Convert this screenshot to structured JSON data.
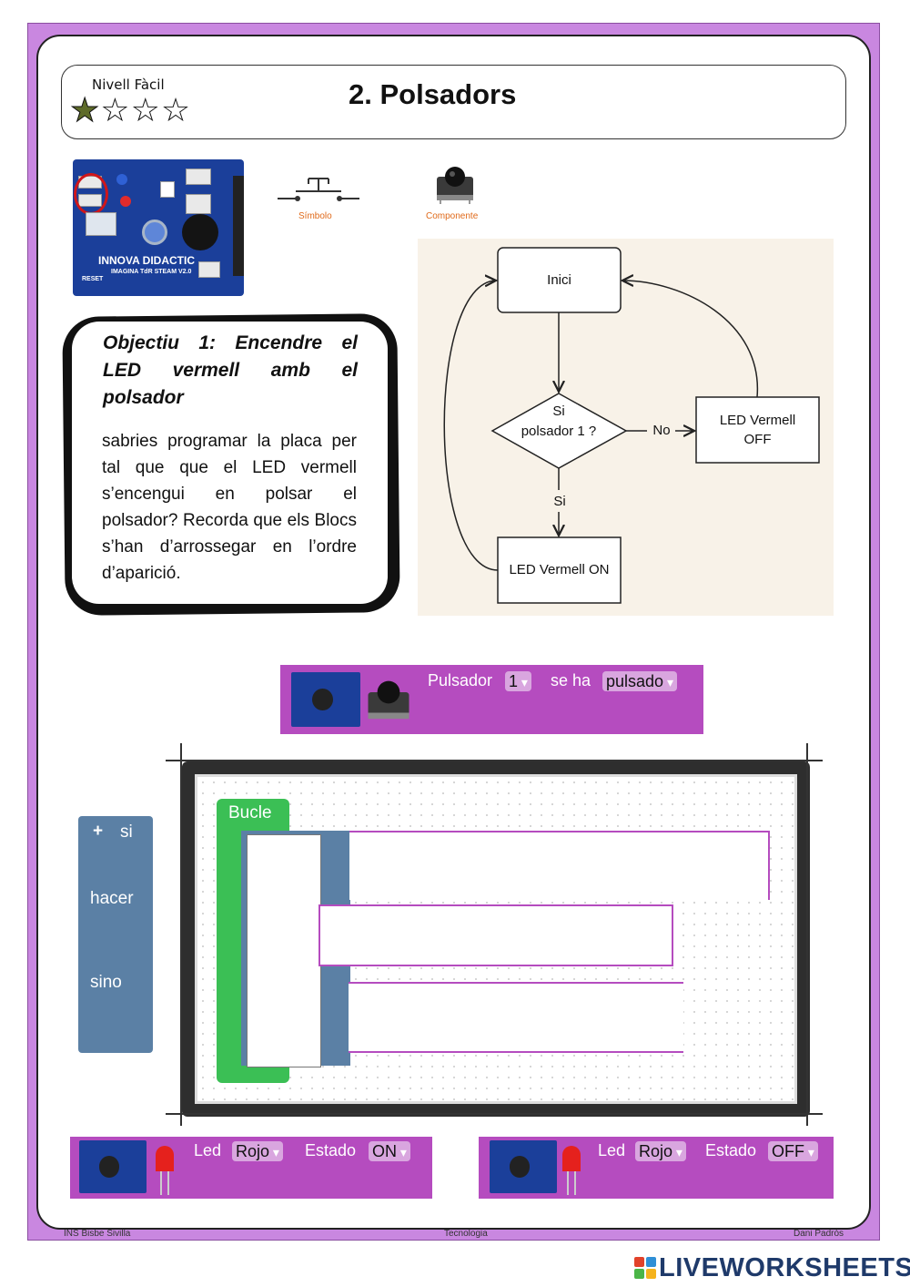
{
  "header": {
    "level_label": "Nivell Fàcil",
    "stars": {
      "filled": 1,
      "total": 4
    },
    "title": "2. Polsadors"
  },
  "board": {
    "brand_text": "INNOVA DIDACTIC",
    "model_text": "IMAGINA TdR STEAM V2.0",
    "reset_text": "RESET"
  },
  "media": {
    "symbol_label": "Símbolo",
    "component_label": "Componente"
  },
  "objective": {
    "title": "Objectiu 1: Encendre el LED vermell amb el polsador",
    "body": "sabries programar la placa per tal que que el LED vermell s’encengui en polsar el polsador? Recorda que els Blocs s’han d’arrossegar en l’ordre d’aparició."
  },
  "flowchart": {
    "start": "Inici",
    "decision_line1": "Si",
    "decision_line2": "polsador 1 ?",
    "no_label": "No",
    "yes_label": "Si",
    "off_line1": "LED Vermell",
    "off_line2": "OFF",
    "on": "LED Vermell ON"
  },
  "pulsador_block": {
    "label": "Pulsador",
    "number": "1",
    "mid": "se ha",
    "state": "pulsado"
  },
  "si_block": {
    "si": "si",
    "hacer": "hacer",
    "sino": "sino",
    "plus": "+"
  },
  "bucle_block": {
    "label": "Bucle"
  },
  "led_on_block": {
    "led": "Led",
    "color": "Rojo",
    "estado": "Estado",
    "value": "ON"
  },
  "led_off_block": {
    "led": "Led",
    "color": "Rojo",
    "estado": "Estado",
    "value": "OFF"
  },
  "footer": {
    "left": "INS Bisbe Sivilla",
    "center": "Tecnologia",
    "right": "Dani Padrós"
  },
  "brand": {
    "text": "LIVEWORKSHEETS"
  },
  "colors": {
    "block_purple": "#b54cbf",
    "block_blue": "#5b80a5",
    "block_green": "#3bbf55",
    "frame_purple": "#c987e0"
  }
}
